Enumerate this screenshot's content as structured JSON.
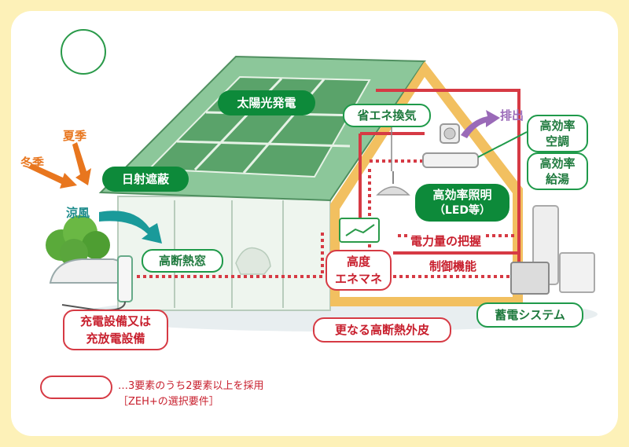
{
  "labels": {
    "solar": "太陽光発電",
    "ventilation": "省エネ換気",
    "exhaust": "排出",
    "ac_line1": "高効率",
    "ac_line2": "空調",
    "water_line1": "高効率",
    "water_line2": "給湯",
    "lighting_line1": "高効率照明",
    "lighting_line2": "（LED等）",
    "summer": "夏季",
    "winter": "冬季",
    "shading": "日射遮蔽",
    "breeze": "涼風",
    "window": "高断熱窓",
    "power_monitor": "電力量の把握",
    "control": "制御機能",
    "energy_mgmt_line1": "高度",
    "energy_mgmt_line2": "エネマネ",
    "charging_line1": "充電設備又は",
    "charging_line2": "充放電設備",
    "envelope": "更なる高断熱外皮",
    "storage": "蓄電システム"
  },
  "legend": {
    "line1": "…3要素のうち2要素以上を採用",
    "line2": "［ZEH+の選択要件］"
  },
  "colors": {
    "green": "#0d8a3a",
    "red": "#d63a44",
    "orange": "#e8761e",
    "teal": "#1a9a9a",
    "purple": "#9a6ab8"
  }
}
